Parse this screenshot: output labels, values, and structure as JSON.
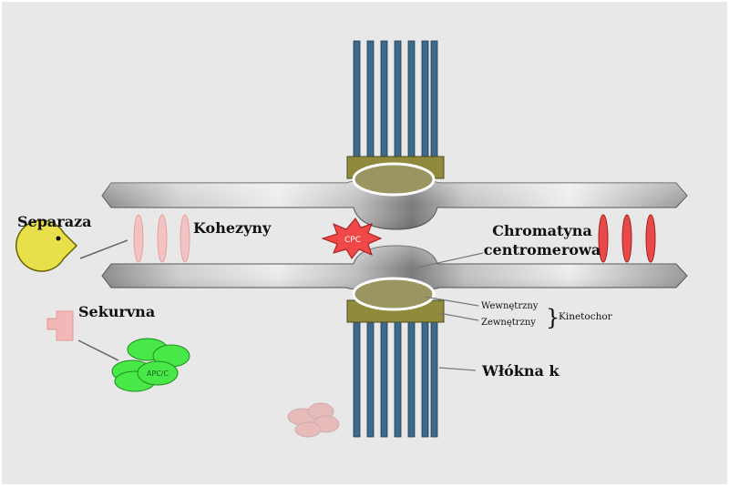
{
  "labels": {
    "separaza": "Separaza",
    "kohezyny": "Kohezyny",
    "chromatyna_line1": "Chromatyna",
    "chromatyna_line2": "centromerowa",
    "sekurvna": "Sekurvna",
    "wewnetrzny": "Wewnętrzny",
    "zewnetrzny": "Zewnętrzny",
    "kinetochor": "Kinetochor",
    "wlokna": "Włókna k",
    "cpc": "CPC",
    "apcc": "APC/C"
  },
  "colors": {
    "background": "#e8e8e8",
    "chromatid_dark": "#8a8a8a",
    "chromatid_light": "#e4e4e4",
    "microtubule": "#3d6a8a",
    "kinetochore_outer": "#8f8a3c",
    "kinetochore_inner": "#9b9562",
    "cohesin_faded": "#f0b5b5",
    "cohesin_active": "#e84a4a",
    "separase": "#e8e04a",
    "securin": "#f3b7b7",
    "apcc": "#48e848",
    "cpc": "#f04848"
  }
}
